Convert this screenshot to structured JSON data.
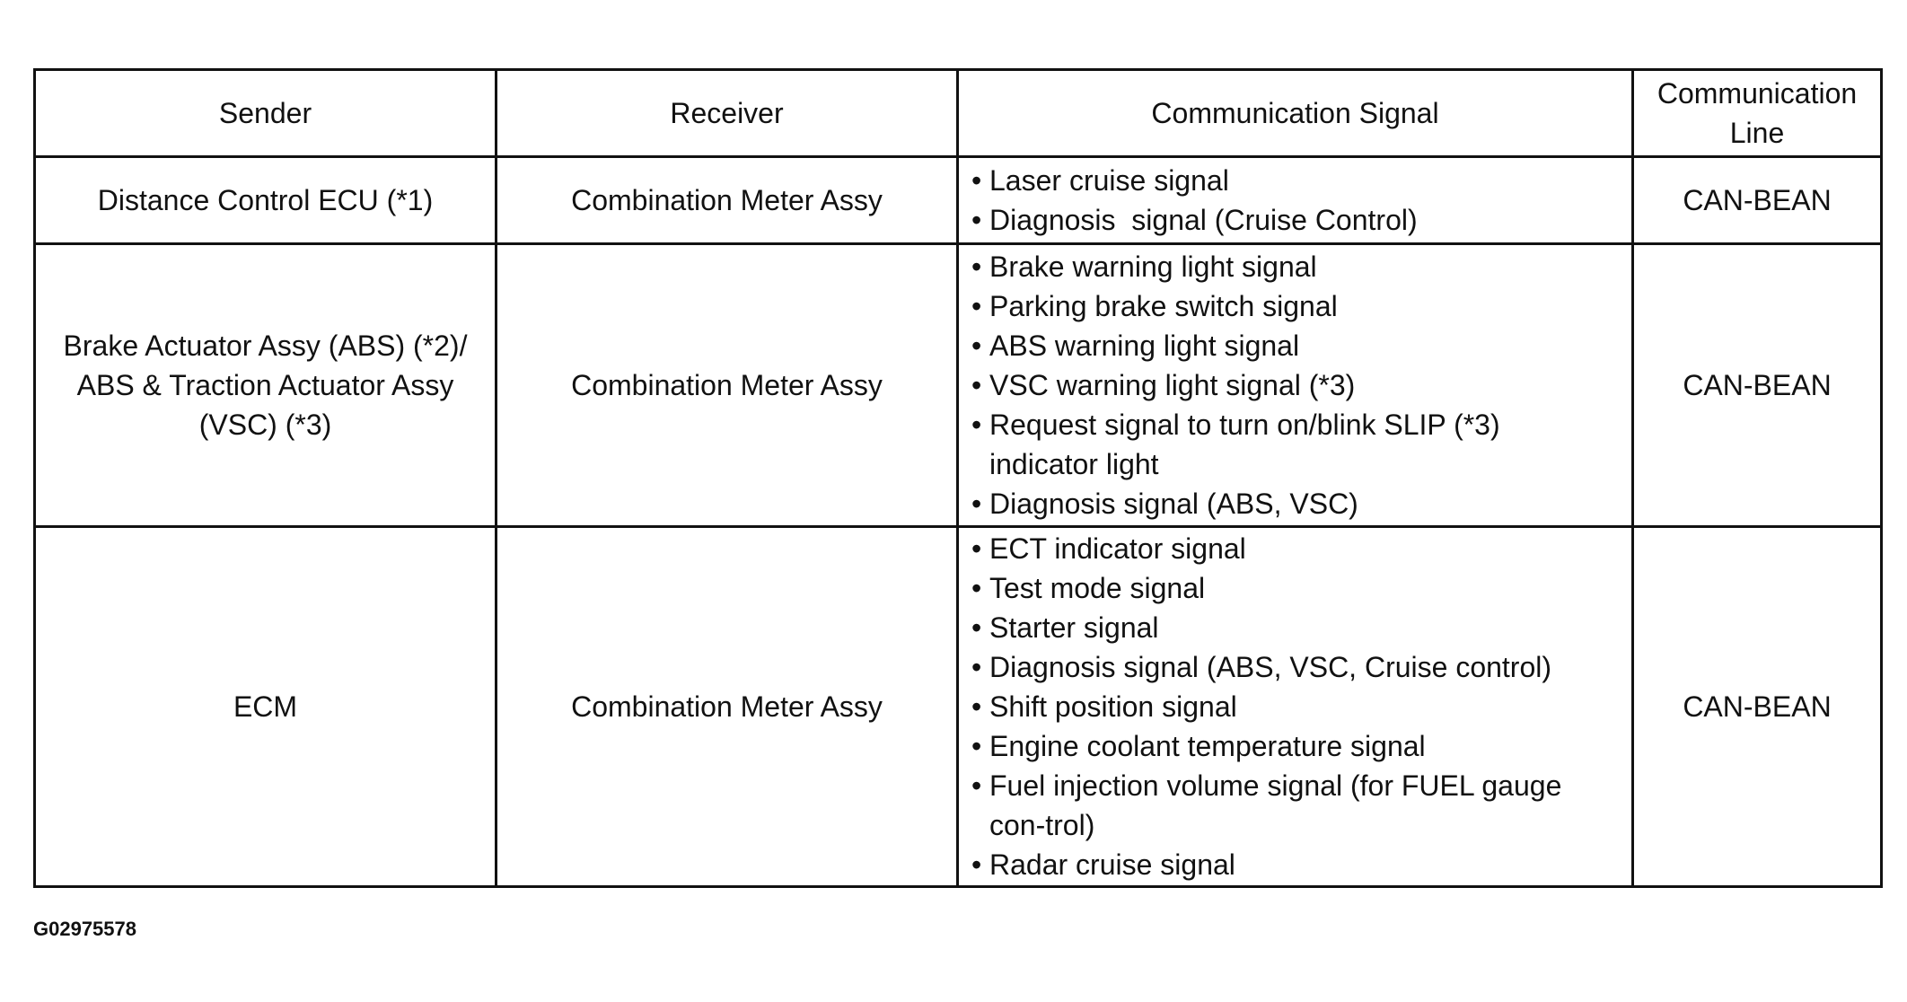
{
  "table": {
    "headers": {
      "sender": "Sender",
      "receiver": "Receiver",
      "signal": "Communication Signal",
      "line_part1": "Communication",
      "line_part2": "Line"
    },
    "rows": [
      {
        "sender": "Distance Control ECU (*1)",
        "receiver": "Combination Meter Assy",
        "signals": [
          "Laser cruise signal",
          "Diagnosis  signal (Cruise Control)"
        ],
        "line": "CAN-BEAN"
      },
      {
        "sender_lines": [
          "Brake Actuator Assy (ABS) (*2)/",
          "ABS & Traction Actuator Assy",
          "(VSC) (*3)"
        ],
        "receiver": "Combination Meter Assy",
        "signals": [
          "Brake warning light signal",
          "Parking brake switch signal",
          "ABS warning light signal",
          "VSC warning light signal (*3)",
          "Request signal to turn on/blink SLIP (*3) indicator light",
          "Diagnosis signal (ABS, VSC)"
        ],
        "line": "CAN-BEAN"
      },
      {
        "sender": "ECM",
        "receiver": "Combination Meter Assy",
        "signals": [
          "ECT indicator signal",
          "Test mode signal",
          "Starter signal",
          "Diagnosis signal (ABS, VSC, Cruise control)",
          "Shift position signal",
          "Engine coolant temperature signal",
          "Fuel injection volume signal (for FUEL gauge con-trol)",
          "Radar cruise signal"
        ],
        "line": "CAN-BEAN"
      }
    ]
  },
  "figure_id": "G02975578",
  "bullet_glyph": "•"
}
